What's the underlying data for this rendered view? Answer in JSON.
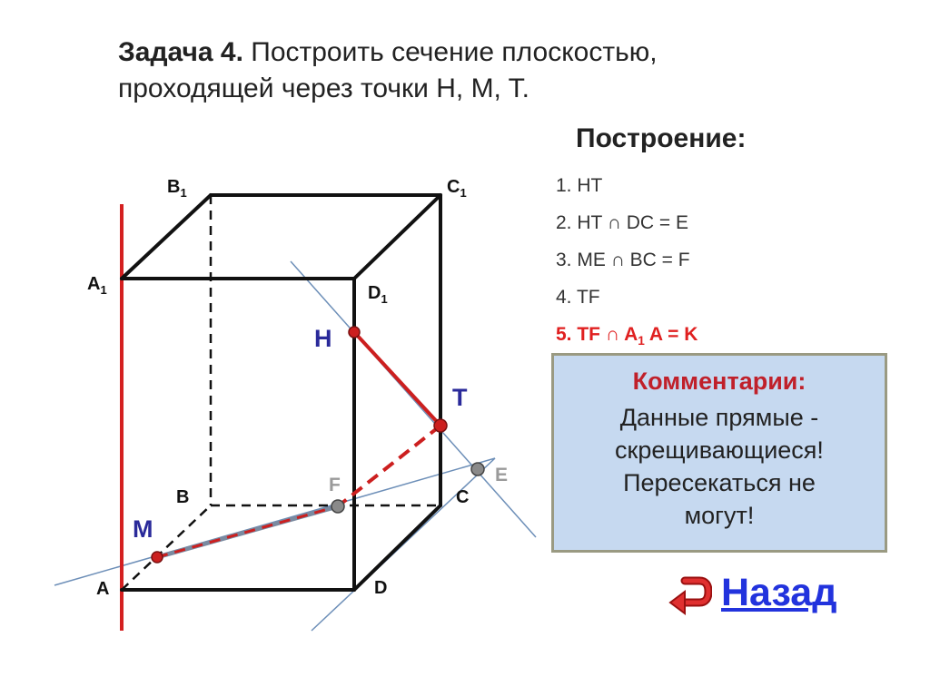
{
  "title": {
    "bold": "Задача 4.",
    "line1": " Построить сечение плоскостью,",
    "line2": "проходящей через точки  H, M, T."
  },
  "construction": {
    "heading": "Построение:",
    "steps": [
      {
        "num": "1.",
        "text": "HT"
      },
      {
        "num": "2.",
        "text": "HT ∩ DC = E"
      },
      {
        "num": "3.",
        "text": "ME ∩ BC = F"
      },
      {
        "num": "4.",
        "text": "TF"
      },
      {
        "num": "5.",
        "pre": "TF ∩ A",
        "sub": "1",
        "post": " A = K"
      }
    ]
  },
  "comment": {
    "title": "Комментарии:",
    "line1": "Данные прямые -",
    "line2": "скрещивающиеся!",
    "line3": "Пересекаться не",
    "line4": "могут!"
  },
  "back": {
    "label": "Назад",
    "icon": "u-turn-arrow-icon"
  },
  "labels": {
    "A": "A",
    "B": "B",
    "C": "C",
    "D": "D",
    "A1": "A",
    "B1": "B",
    "C1": "C",
    "D1": "D",
    "sub1": "1",
    "H": "H",
    "M": "M",
    "T": "T",
    "F": "F",
    "E": "E"
  },
  "colors": {
    "edge": "#111111",
    "accent_red": "#cc1f1f",
    "axis_red": "#d42020",
    "aux_line": "#6d8fb8",
    "point_gray": "#8a8a8a",
    "point_label_gray": "#9a9a9a",
    "point_label_blue": "#2a2a9a",
    "comment_bg": "#c6d9f0",
    "link_blue": "#2233dd"
  }
}
